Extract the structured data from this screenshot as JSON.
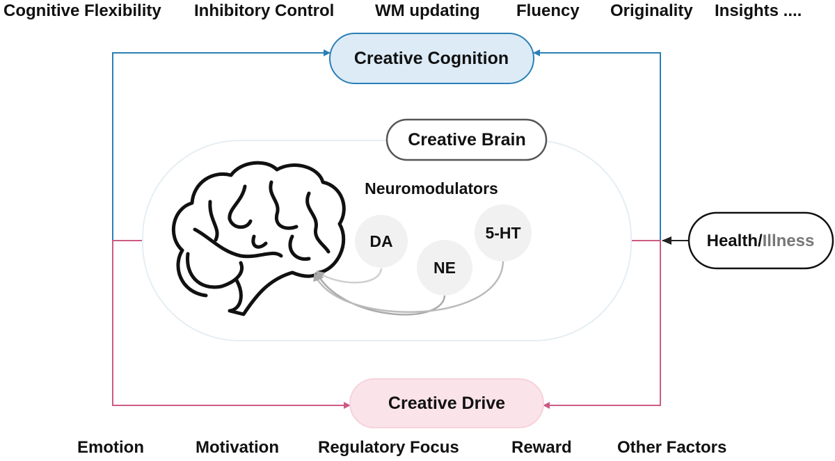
{
  "top_factors": [
    "Cognitive Flexibility",
    "Inhibitory Control",
    "WM updating",
    "Fluency",
    "Originality",
    "Insights ...."
  ],
  "bottom_factors": [
    "Emotion",
    "Motivation",
    "Regulatory Focus",
    "Reward",
    "Other Factors"
  ],
  "creative_cognition": "Creative Cognition",
  "creative_brain": "Creative Brain",
  "neuromodulators": "Neuromodulators",
  "nodes": {
    "da": "DA",
    "ne": "NE",
    "ht5": "5-HT"
  },
  "creative_drive": "Creative Drive",
  "health": {
    "part1": "Health/",
    "part2": "Illness"
  },
  "colors": {
    "blue": "#2a7fb5",
    "pink": "#cc5a84",
    "cognition_fill": "#dcebf6",
    "drive_fill": "#fbe3ea",
    "brain_outline": "#e5eef3",
    "circle_fill": "#f1f1f1",
    "arrow_gray": "#aaaaaa",
    "illness_gray": "#777777"
  }
}
